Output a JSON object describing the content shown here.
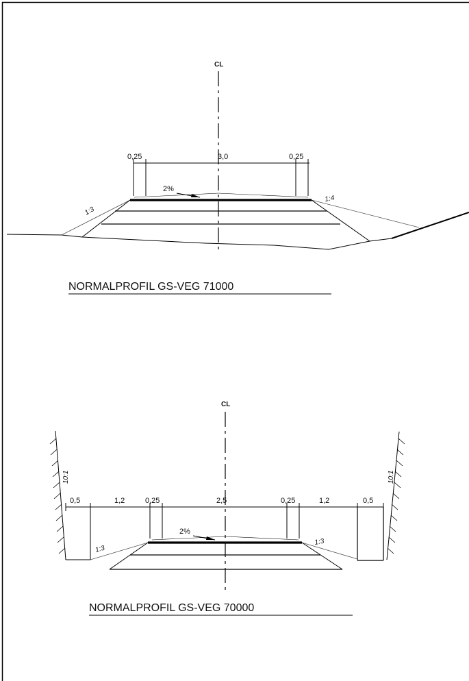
{
  "profiles": [
    {
      "title": "NORMALPROFIL GS-VEG 71000",
      "centerline": "CL",
      "dimensions": [
        "0,25",
        "3,0",
        "0,25"
      ],
      "crossfall": "2%",
      "slope_left": "1:3",
      "slope_right": "1:4"
    },
    {
      "title": "NORMALPROFIL GS-VEG 70000",
      "centerline": "CL",
      "dimensions": [
        "0,5",
        "1,2",
        "0,25",
        "2,5",
        "0,25",
        "1,2",
        "0,5"
      ],
      "crossfall": "2%",
      "slope_left": "1:3",
      "slope_right": "1:3",
      "wall_left": "10:1",
      "wall_right": "10:1"
    }
  ]
}
